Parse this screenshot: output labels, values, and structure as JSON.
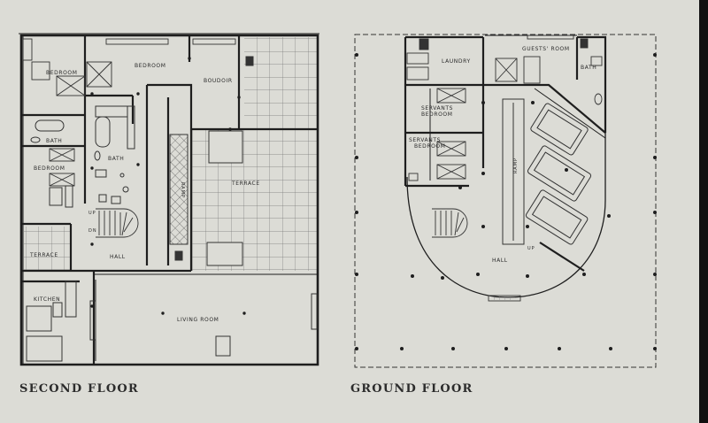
{
  "captions": {
    "second_floor": "SECOND FLOOR",
    "ground_floor": "GROUND FLOOR"
  },
  "second_floor": {
    "rooms": {
      "bedroom_nw": "BEDROOM",
      "bedroom_n": "BEDROOM",
      "boudoir": "BOUDOIR",
      "bath_w": "BATH",
      "bath_c": "BATH",
      "bedroom_w": "BEDROOM",
      "terrace_main": "TERRACE",
      "terrace_small": "TERRACE",
      "ramp": "RAMP",
      "hall": "HALL",
      "kitchen": "KITCHEN",
      "living_room": "LIVING ROOM",
      "up": "UP",
      "dn": "DN"
    }
  },
  "ground_floor": {
    "rooms": {
      "laundry": "LAUNDRY",
      "guests_room": "GUESTS' ROOM",
      "bath": "BATH",
      "servants_bedroom_1a": "SERVANTS",
      "servants_bedroom_1b": "BEDROOM",
      "servants_bedroom_2a": "SERVANTS",
      "servants_bedroom_2b": "BEDROOM",
      "ramp": "RAMP",
      "hall": "HALL",
      "up": "UP"
    }
  }
}
